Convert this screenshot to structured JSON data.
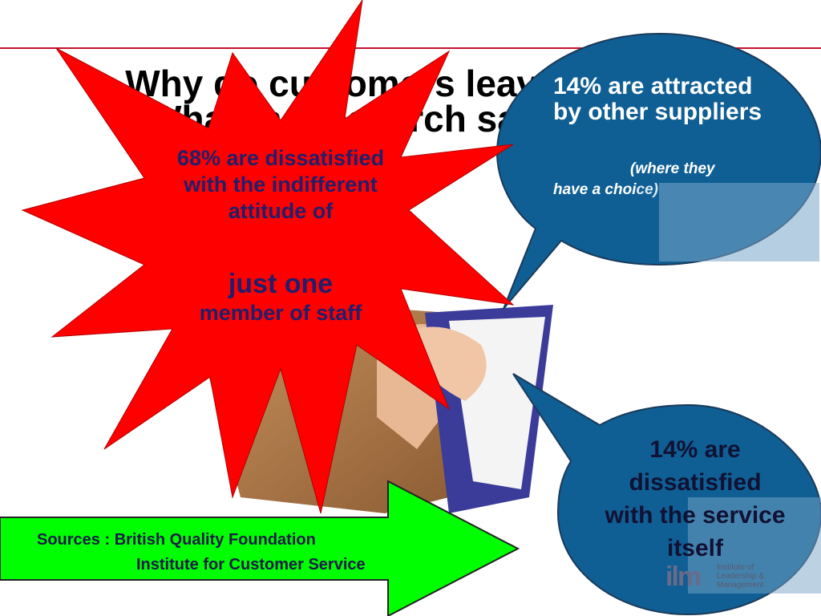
{
  "slide": {
    "title_line1": "Why do customers leave?",
    "title_line2": "What the research says"
  },
  "burst": {
    "line1": "68% are dissatisfied with the indifferent attitude of",
    "line2": "just one",
    "line3": "member of staff",
    "color": "#ff0000"
  },
  "bubble_top": {
    "text": "14% are attracted by other suppliers",
    "note_part1": "(where they",
    "note_part2": "have a choi",
    "note_part3": "ce)",
    "color": "#0f5f94"
  },
  "bubble_bottom": {
    "text": "14% are dissatisfied with the service itself",
    "color": "#0f5f94"
  },
  "arrow": {
    "line1_prefix": "Sources : ",
    "line1": "British Quality Foundation",
    "line2": "Institute for Customer Service",
    "color": "#00ff00"
  },
  "logo": {
    "mark": "ilm",
    "line1": "Institute of",
    "line2": "Leadership &",
    "line3": "Management"
  },
  "colors": {
    "rule": "#c8102e"
  }
}
